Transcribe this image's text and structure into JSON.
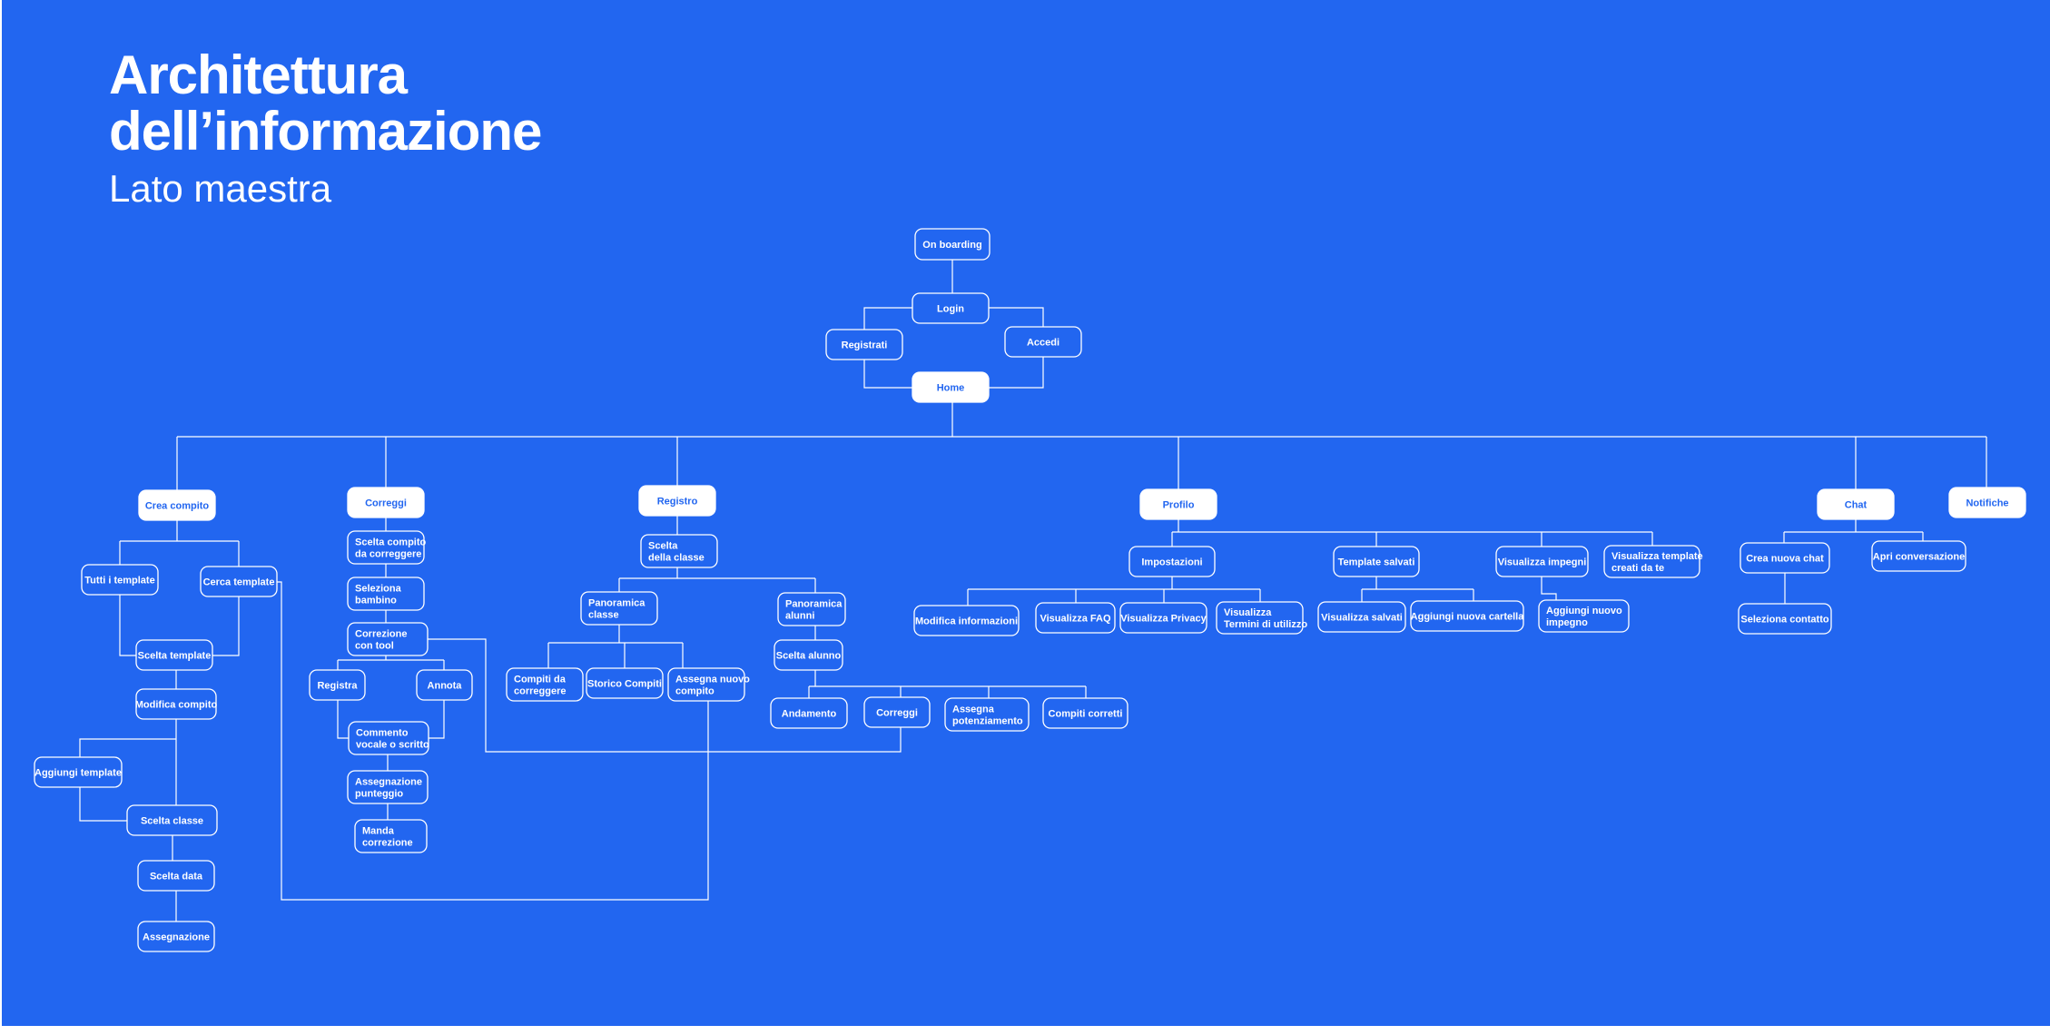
{
  "title_line1": "Architettura",
  "title_line2": "dell’informazione",
  "subtitle": "Lato maestra",
  "colors": {
    "background": "#2266f0",
    "line": "#ffffff",
    "primary_fill": "#ffffff",
    "primary_text": "#2266f0",
    "secondary_text": "#ffffff"
  },
  "nodes": [
    {
      "id": "onboarding",
      "lines": [
        "On boarding"
      ]
    },
    {
      "id": "login",
      "lines": [
        "Login"
      ]
    },
    {
      "id": "registrati",
      "lines": [
        "Registrati"
      ]
    },
    {
      "id": "accedi",
      "lines": [
        "Accedi"
      ]
    },
    {
      "id": "home",
      "lines": [
        "Home"
      ],
      "primary": true
    },
    {
      "id": "crea_compito",
      "lines": [
        "Crea compito"
      ],
      "primary": true
    },
    {
      "id": "correggi",
      "lines": [
        "Correggi"
      ],
      "primary": true
    },
    {
      "id": "registro",
      "lines": [
        "Registro"
      ],
      "primary": true
    },
    {
      "id": "profilo",
      "lines": [
        "Profilo"
      ],
      "primary": true
    },
    {
      "id": "chat",
      "lines": [
        "Chat"
      ],
      "primary": true
    },
    {
      "id": "notifiche",
      "lines": [
        "Notifiche"
      ],
      "primary": true
    },
    {
      "id": "tutti_template",
      "lines": [
        "Tutti i template"
      ]
    },
    {
      "id": "cerca_template",
      "lines": [
        "Cerca template"
      ]
    },
    {
      "id": "scelta_template",
      "lines": [
        "Scelta template"
      ]
    },
    {
      "id": "modifica_compito",
      "lines": [
        "Modifica compito"
      ]
    },
    {
      "id": "aggiungi_template",
      "lines": [
        "Aggiungi template"
      ]
    },
    {
      "id": "scelta_classe",
      "lines": [
        "Scelta classe"
      ]
    },
    {
      "id": "scelta_data",
      "lines": [
        "Scelta data"
      ]
    },
    {
      "id": "assegnazione",
      "lines": [
        "Assegnazione"
      ]
    },
    {
      "id": "scelta_compito",
      "lines": [
        "Scelta compito",
        "da correggere"
      ]
    },
    {
      "id": "seleziona_bambino",
      "lines": [
        "Seleziona",
        "bambino"
      ]
    },
    {
      "id": "correzione_tool",
      "lines": [
        "Correzione",
        "con tool"
      ]
    },
    {
      "id": "registra",
      "lines": [
        "Registra"
      ]
    },
    {
      "id": "annota",
      "lines": [
        "Annota"
      ]
    },
    {
      "id": "commento",
      "lines": [
        "Commento",
        "vocale o scritto"
      ]
    },
    {
      "id": "assegnazione_punteggio",
      "lines": [
        "Assegnazione",
        "punteggio"
      ]
    },
    {
      "id": "manda_correzione",
      "lines": [
        "Manda",
        "correzione"
      ]
    },
    {
      "id": "scelta_della_classe",
      "lines": [
        "Scelta",
        "della classe"
      ]
    },
    {
      "id": "panoramica_classe",
      "lines": [
        "Panoramica",
        "classe"
      ]
    },
    {
      "id": "panoramica_alunni",
      "lines": [
        "Panoramica",
        "alunni"
      ]
    },
    {
      "id": "compiti_da_correggere",
      "lines": [
        "Compiti da",
        "correggere"
      ]
    },
    {
      "id": "storico_compiti",
      "lines": [
        "Storico Compiti"
      ]
    },
    {
      "id": "assegna_nuovo_compito",
      "lines": [
        "Assegna nuovo",
        "compito"
      ]
    },
    {
      "id": "scelta_alunno",
      "lines": [
        "Scelta alunno"
      ]
    },
    {
      "id": "andamento",
      "lines": [
        "Andamento"
      ]
    },
    {
      "id": "correggi_alunno",
      "lines": [
        "Correggi"
      ]
    },
    {
      "id": "assegna_potenziamento",
      "lines": [
        "Assegna",
        "potenziamento"
      ]
    },
    {
      "id": "compiti_corretti",
      "lines": [
        "Compiti corretti"
      ]
    },
    {
      "id": "impostazioni",
      "lines": [
        "Impostazioni"
      ]
    },
    {
      "id": "template_salvati",
      "lines": [
        "Template salvati"
      ]
    },
    {
      "id": "visualizza_impegni",
      "lines": [
        "Visualizza impegni"
      ]
    },
    {
      "id": "visualizza_template_creati",
      "lines": [
        "Visualizza template",
        "creati da te"
      ]
    },
    {
      "id": "modifica_informazioni",
      "lines": [
        "Modifica informazioni"
      ]
    },
    {
      "id": "visualizza_faq",
      "lines": [
        "Visualizza FAQ"
      ]
    },
    {
      "id": "visualizza_privacy",
      "lines": [
        "Visualizza Privacy"
      ]
    },
    {
      "id": "visualizza_termini",
      "lines": [
        "Visualizza",
        "Termini di utilizzo"
      ]
    },
    {
      "id": "visualizza_salvati",
      "lines": [
        "Visualizza salvati"
      ]
    },
    {
      "id": "aggiungi_cartella",
      "lines": [
        "Aggiungi nuova cartella"
      ]
    },
    {
      "id": "aggiungi_impegno",
      "lines": [
        "Aggiungi nuovo",
        "impegno"
      ]
    },
    {
      "id": "crea_nuova_chat",
      "lines": [
        "Crea nuova chat"
      ]
    },
    {
      "id": "apri_conversazione",
      "lines": [
        "Apri conversazione"
      ]
    },
    {
      "id": "seleziona_contatto",
      "lines": [
        "Seleziona contatto"
      ]
    }
  ]
}
